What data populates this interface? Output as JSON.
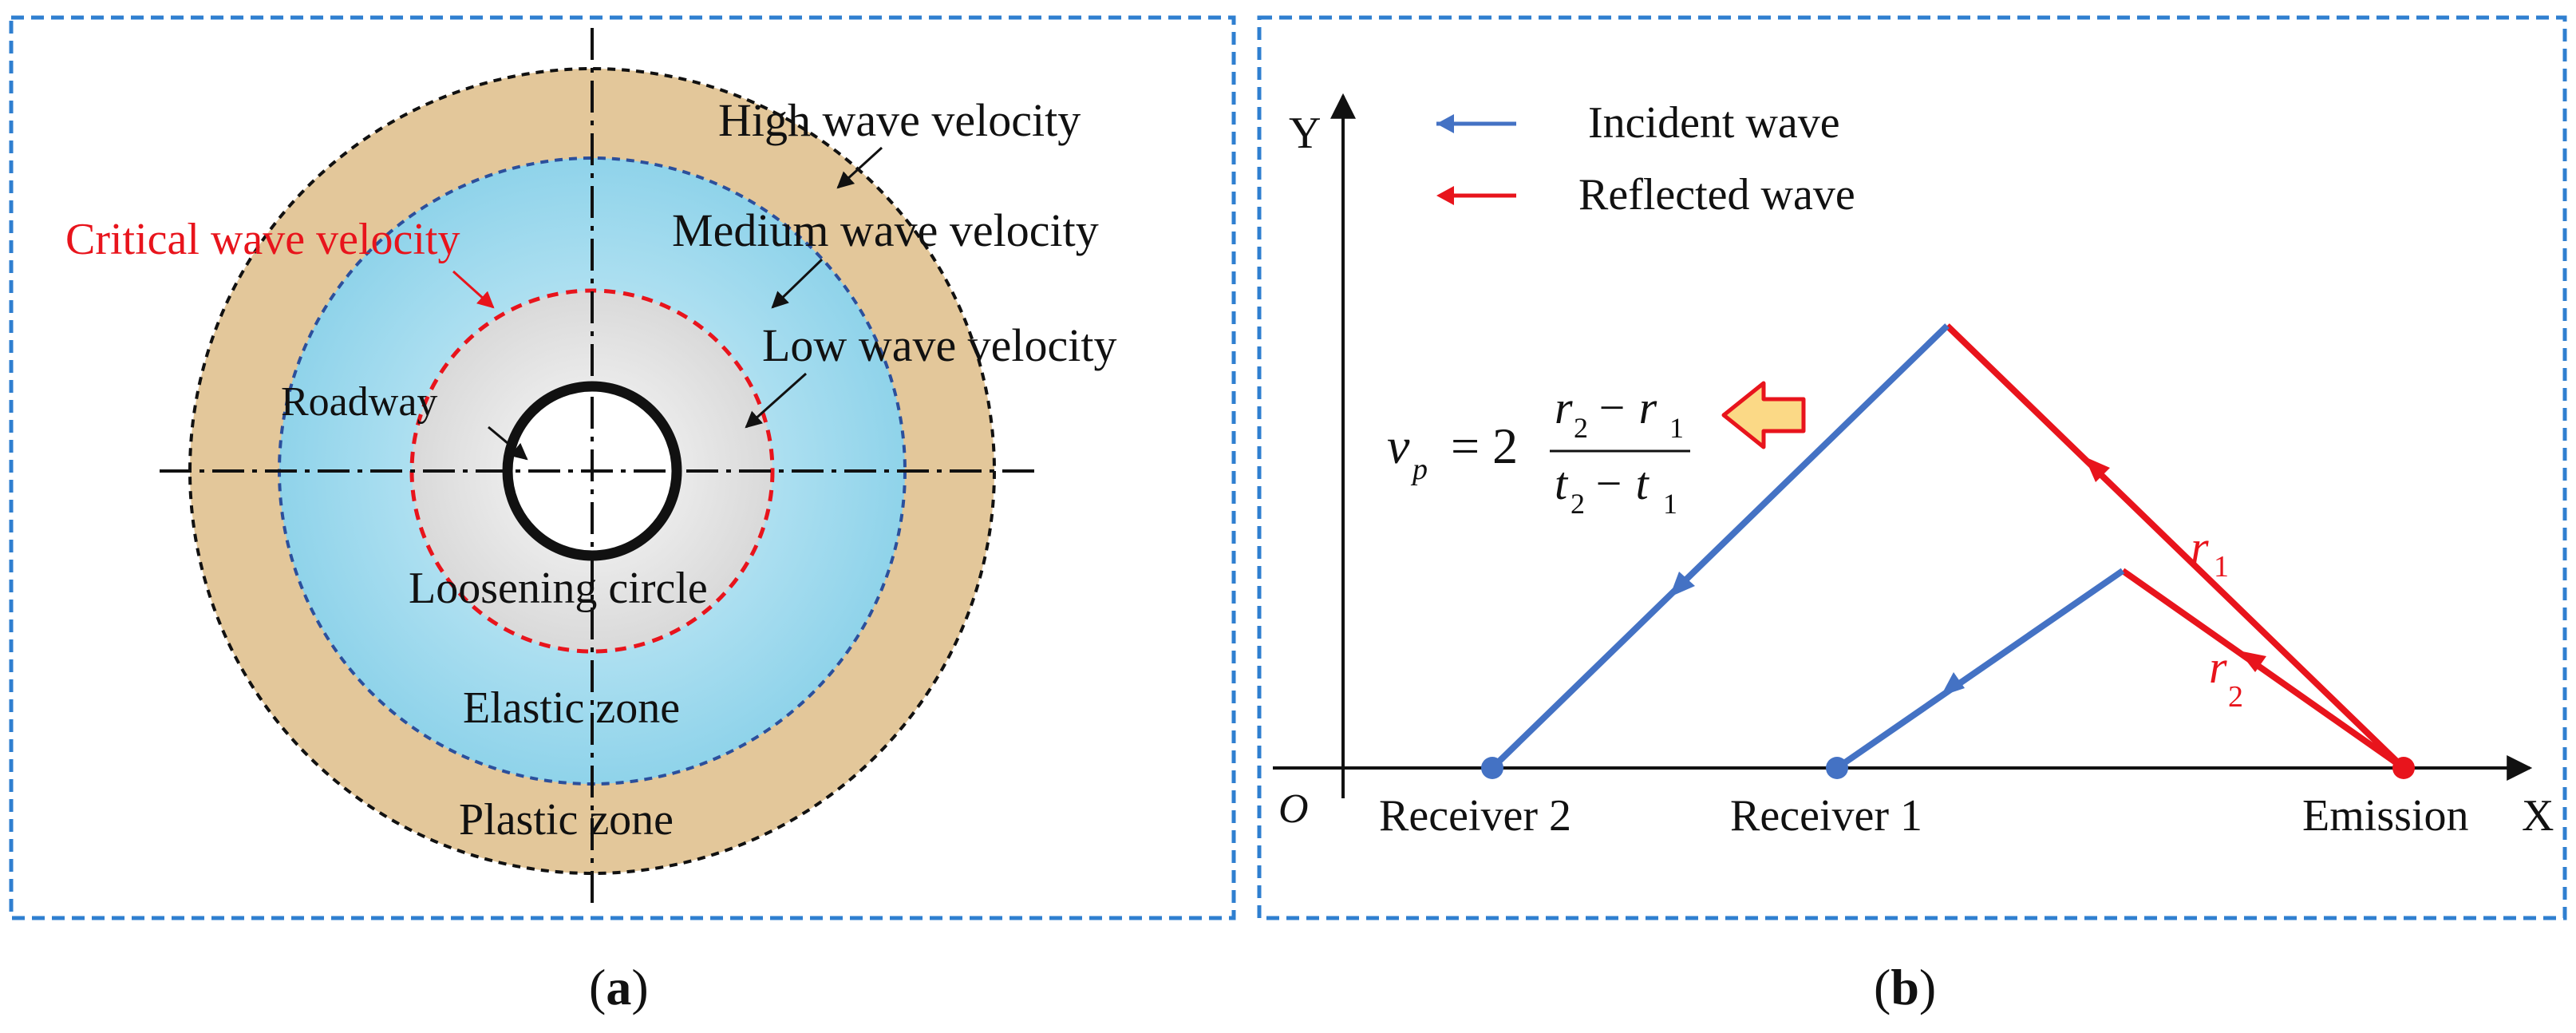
{
  "panel_a": {
    "labels": {
      "high_wave_velocity": "High wave velocity",
      "medium_wave_velocity": "Medium wave velocity",
      "critical_wave_velocity": "Critical wave velocity",
      "low_wave_velocity": "Low wave velocity",
      "roadway": "Roadway",
      "loosening_circle": "Loosening circle",
      "elastic_zone": "Elastic zone",
      "plastic_zone": "Plastic zone"
    },
    "caption_letter": "a",
    "colors": {
      "plastic": "#e3c79a",
      "elastic": "#a9dff0",
      "loosening": "#e4e4e4",
      "critical": "#e8141c",
      "elastic_border": "#2b4f9c"
    }
  },
  "panel_b": {
    "axes": {
      "y": "Y",
      "x": "X",
      "origin": "O"
    },
    "legend": {
      "incident": "Incident wave",
      "reflected": "Reflected wave"
    },
    "formula": {
      "lhs": "v",
      "lhs_sub": "p",
      "coef": "= 2",
      "num_a": "r",
      "num_a_sub": "2",
      "num_op": "− r",
      "num_b_sub": "1",
      "den_a": "t",
      "den_a_sub": "2",
      "den_op": "− t",
      "den_b_sub": "1"
    },
    "path_labels": {
      "r1": "r",
      "r1_sub": "1",
      "r2": "r",
      "r2_sub": "2"
    },
    "points": {
      "receiver2": "Receiver 2",
      "receiver1": "Receiver 1",
      "emission": "Emission"
    },
    "caption_letter": "b",
    "colors": {
      "incident": "#4472c4",
      "reflected": "#e8141c",
      "arrow_fill": "#fbd986"
    }
  },
  "captions": {
    "open": "(",
    "close": ")"
  }
}
